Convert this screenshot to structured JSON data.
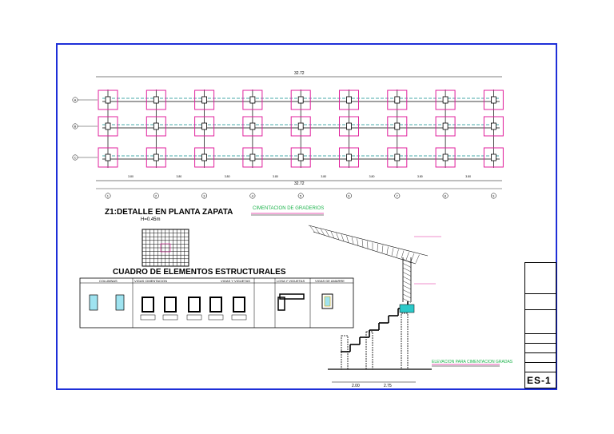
{
  "plan": {
    "overall_dimension": "32.72",
    "spacings": [
      "3.80",
      "3.80",
      "3.80",
      "3.80",
      "3.80",
      "3.80",
      "3.80",
      "3.80"
    ],
    "axis_labels": [
      "1",
      "2",
      "3",
      "4",
      "5",
      "6",
      "7",
      "8",
      "9"
    ],
    "row_labels": [
      "A",
      "B",
      "C"
    ]
  },
  "detail": {
    "title": "Z1:DETALLE EN PLANTA ZAPATA",
    "depth": "H=0.45m"
  },
  "foundation_tag": "CIMENTACION DE GRADERIOS",
  "table": {
    "title": "CUADRO DE ELEMENTOS ESTRUCTURALES",
    "columns": [
      "COLUMNAS",
      "VIGAS CIMENTACION",
      "VIGAS Y VIGUETAS",
      "LOSA Y VIGUETAS",
      "VIGAS DE AMARRE"
    ]
  },
  "elevation": {
    "tag": "ELEVACION PARA CIMENTACION GRADAS",
    "dims": [
      "2.00",
      "2.75"
    ]
  },
  "title_block": {
    "sheet": "ES-1"
  },
  "colors": {
    "frame": "#1e2fd8",
    "footing": "#e0209c",
    "beam": "#0b8f8f",
    "tag": "#1bb34a",
    "line": "#000000"
  }
}
